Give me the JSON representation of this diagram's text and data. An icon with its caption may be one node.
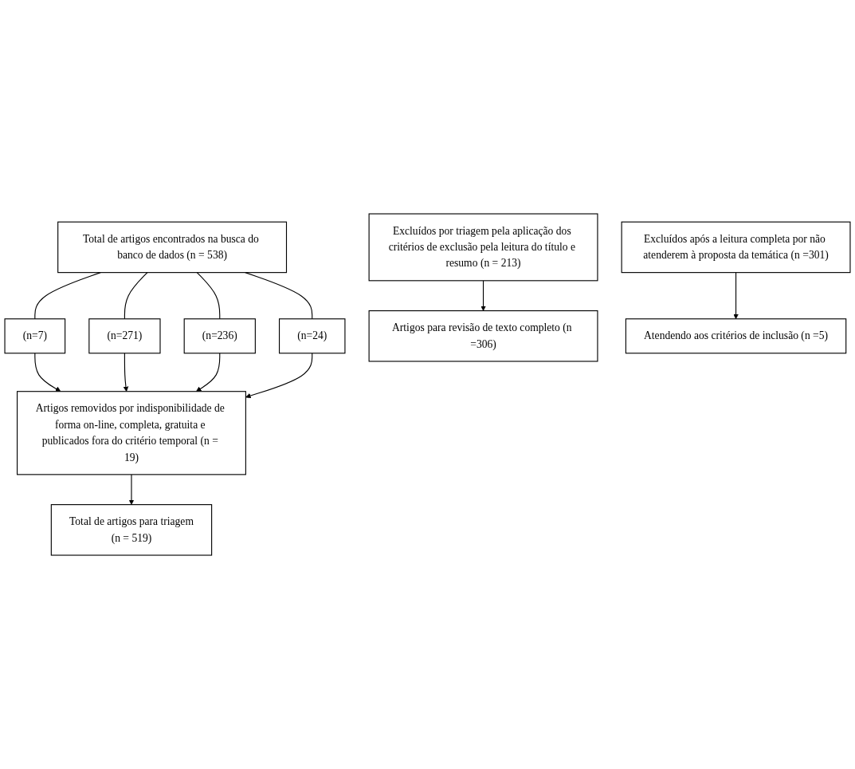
{
  "diagram": {
    "nodes": [
      {
        "text": [
          "Total de artigos encontrados na busca do banco de dados (n = 538)"
        ]
      },
      {
        "text": [
          "(n=7)"
        ]
      },
      {
        "text": [
          "(n=271)"
        ]
      },
      {
        "text": [
          "(n=236)"
        ]
      },
      {
        "text": [
          "(n=24)"
        ]
      },
      {
        "text": [
          "Artigos removidos por indisponibilidade de forma on-line, completa, gratuita e publicados fora do critério temporal (n = 19)"
        ]
      },
      {
        "text": [
          "Total de artigos para triagem",
          "(n = 519)"
        ]
      },
      {
        "text": [
          "Excluídos por triagem pela aplicação dos critérios de exclusão pela leitura do título e resumo (n = 213)"
        ]
      },
      {
        "text": [
          "Excluídos após a leitura completa por não atenderem à proposta da temática (n =301)"
        ]
      },
      {
        "text": [
          "Artigos para revisão de texto completo (n =306)"
        ]
      },
      {
        "text": [
          "Atendendo aos critérios de inclusão (n =5)"
        ]
      }
    ],
    "edges": [
      {
        "from": 0,
        "to": 1,
        "arrow": "none"
      },
      {
        "from": 0,
        "to": 2,
        "arrow": "none"
      },
      {
        "from": 0,
        "to": 3,
        "arrow": "none"
      },
      {
        "from": 0,
        "to": 4,
        "arrow": "none"
      },
      {
        "from": 1,
        "to": 5,
        "arrow": "to"
      },
      {
        "from": 2,
        "to": 5,
        "arrow": "to"
      },
      {
        "from": 3,
        "to": 5,
        "arrow": "to"
      },
      {
        "from": 4,
        "to": 5,
        "arrow": "to"
      },
      {
        "from": 5,
        "to": 6,
        "arrow": "to"
      },
      {
        "from": 7,
        "to": 9,
        "arrow": "to"
      },
      {
        "from": 8,
        "to": 10,
        "arrow": "to"
      }
    ]
  }
}
